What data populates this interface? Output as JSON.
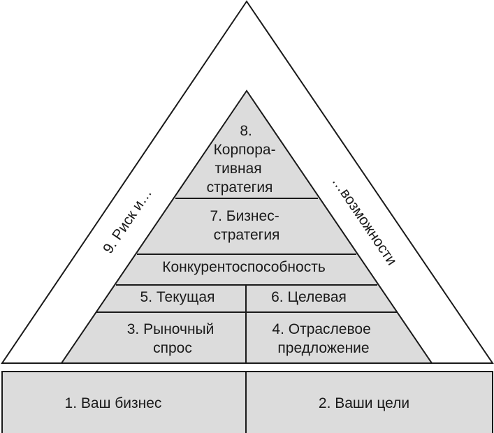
{
  "diagram": {
    "base": {
      "left": "1. Ваш бизнес",
      "right": "2. Ваши цели"
    },
    "level_1": {
      "left_lines": [
        "3. Рыночный",
        "спрос"
      ],
      "right_lines": [
        "4. Отраслевое",
        "предложение"
      ]
    },
    "level_2": {
      "left": "5. Текущая",
      "right": "6. Целевая"
    },
    "level_3": {
      "label": "Конкурентоспособность"
    },
    "level_4": {
      "lines": [
        "7. Бизнес-",
        "стратегия"
      ]
    },
    "level_5": {
      "lines": [
        "8.",
        "Корпора-",
        "тивная",
        "стратегия"
      ]
    },
    "outer": {
      "left_side": "9. Риск и…",
      "right_side": "…возможности"
    }
  }
}
